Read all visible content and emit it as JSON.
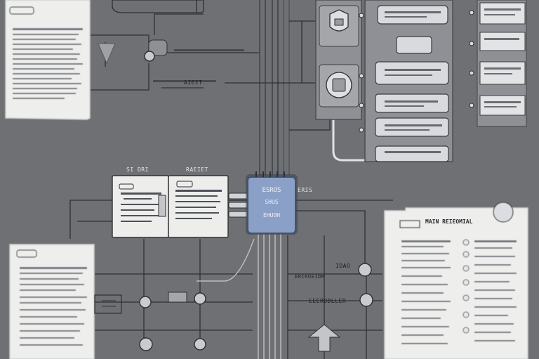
{
  "colors": {
    "background": "#6e7073",
    "paper": "#eeeeed",
    "paper_edge": "#cfd0d1",
    "line": "#2e3033",
    "wire_light": "#b8bcc4",
    "processor": "#8aa0c6",
    "processor_edge": "#46526a",
    "panel": "#8e9095",
    "module": "#d9dadd"
  },
  "icons": [
    "document-icon",
    "shield-icon",
    "gear-icon",
    "node-icon",
    "chip-icon",
    "arrow-down-icon"
  ],
  "labels": {
    "panel_left_title": "SI DRI",
    "panel_right_title": "RAEIET",
    "processor_title": "ESROS",
    "processor_sub": "SHUS",
    "processor_bottom": "EHUOH",
    "processor_side": "ERIS",
    "doc_right_title": "MAIN REIEOMIAL",
    "bus_top": "AIEIT",
    "bus_mid": "ERCROEIDM",
    "node_right_a": "IDAO",
    "node_right_b": "EEERODLLER"
  }
}
